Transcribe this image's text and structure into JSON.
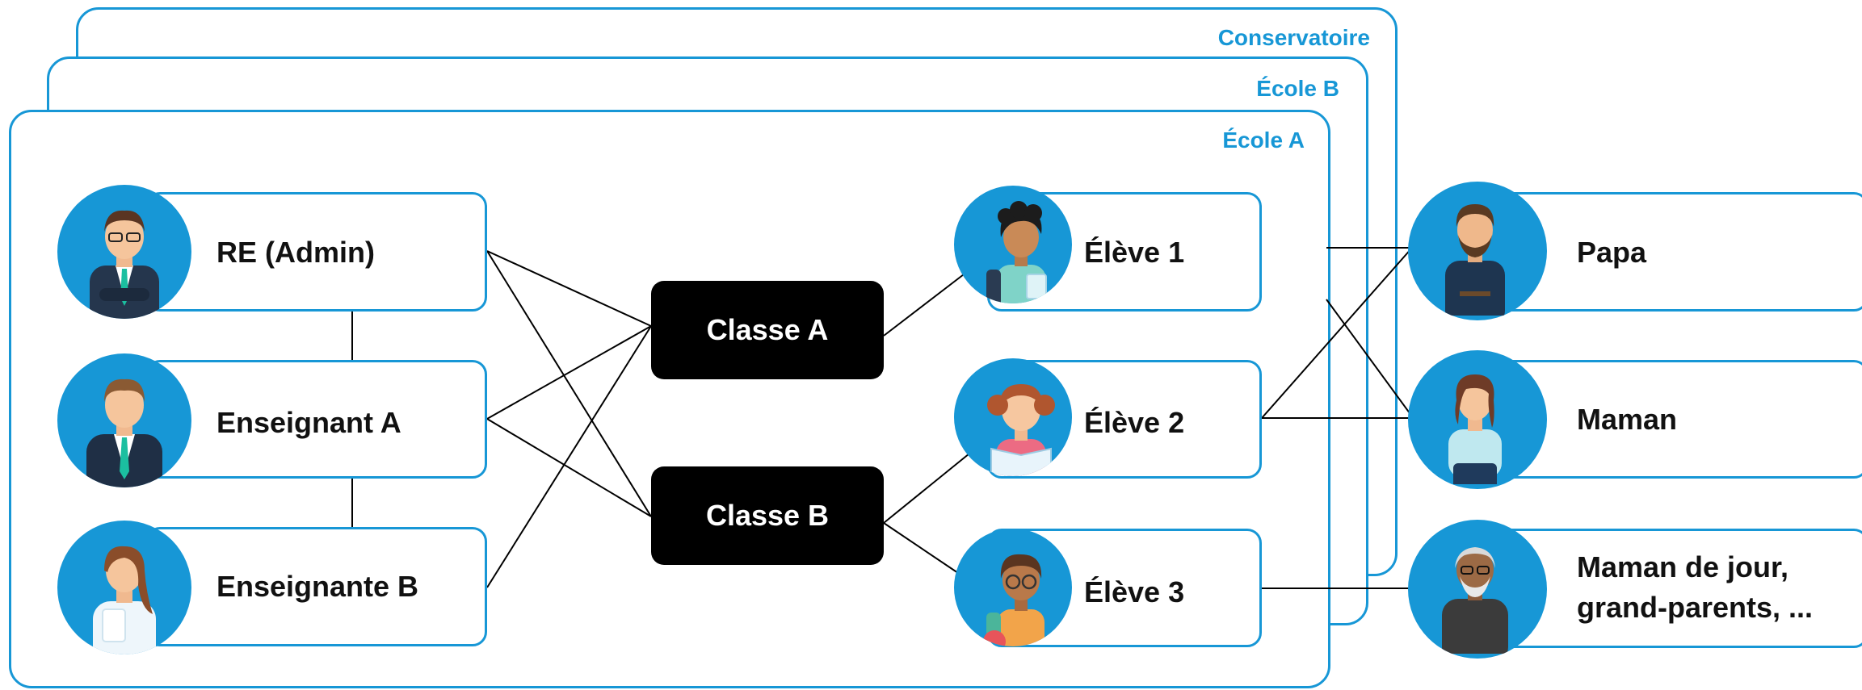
{
  "frames": {
    "conservatoire": "Conservatoire",
    "ecole_b": "École B",
    "ecole_a": "École A"
  },
  "staff": [
    {
      "label": "RE (Admin)",
      "icon": "admin-man-icon"
    },
    {
      "label": "Enseignant A",
      "icon": "teacher-man-icon"
    },
    {
      "label": "Enseignante B",
      "icon": "teacher-woman-icon"
    }
  ],
  "classes": [
    {
      "label": "Classe A"
    },
    {
      "label": "Classe B"
    }
  ],
  "students": [
    {
      "label": "Élève 1",
      "icon": "boy-student-icon"
    },
    {
      "label": "Élève 2",
      "icon": "girl-reading-icon"
    },
    {
      "label": "Élève 3",
      "icon": "girl-with-glasses-icon"
    }
  ],
  "guardians": [
    {
      "label": "Papa",
      "icon": "father-icon"
    },
    {
      "label": "Maman",
      "icon": "mother-icon"
    },
    {
      "label_line1": "Maman de jour,",
      "label_line2": "grand-parents, ...",
      "icon": "grandfather-icon"
    }
  ],
  "colors": {
    "accent": "#1797d6",
    "class_box": "#000000",
    "text": "#111111"
  }
}
